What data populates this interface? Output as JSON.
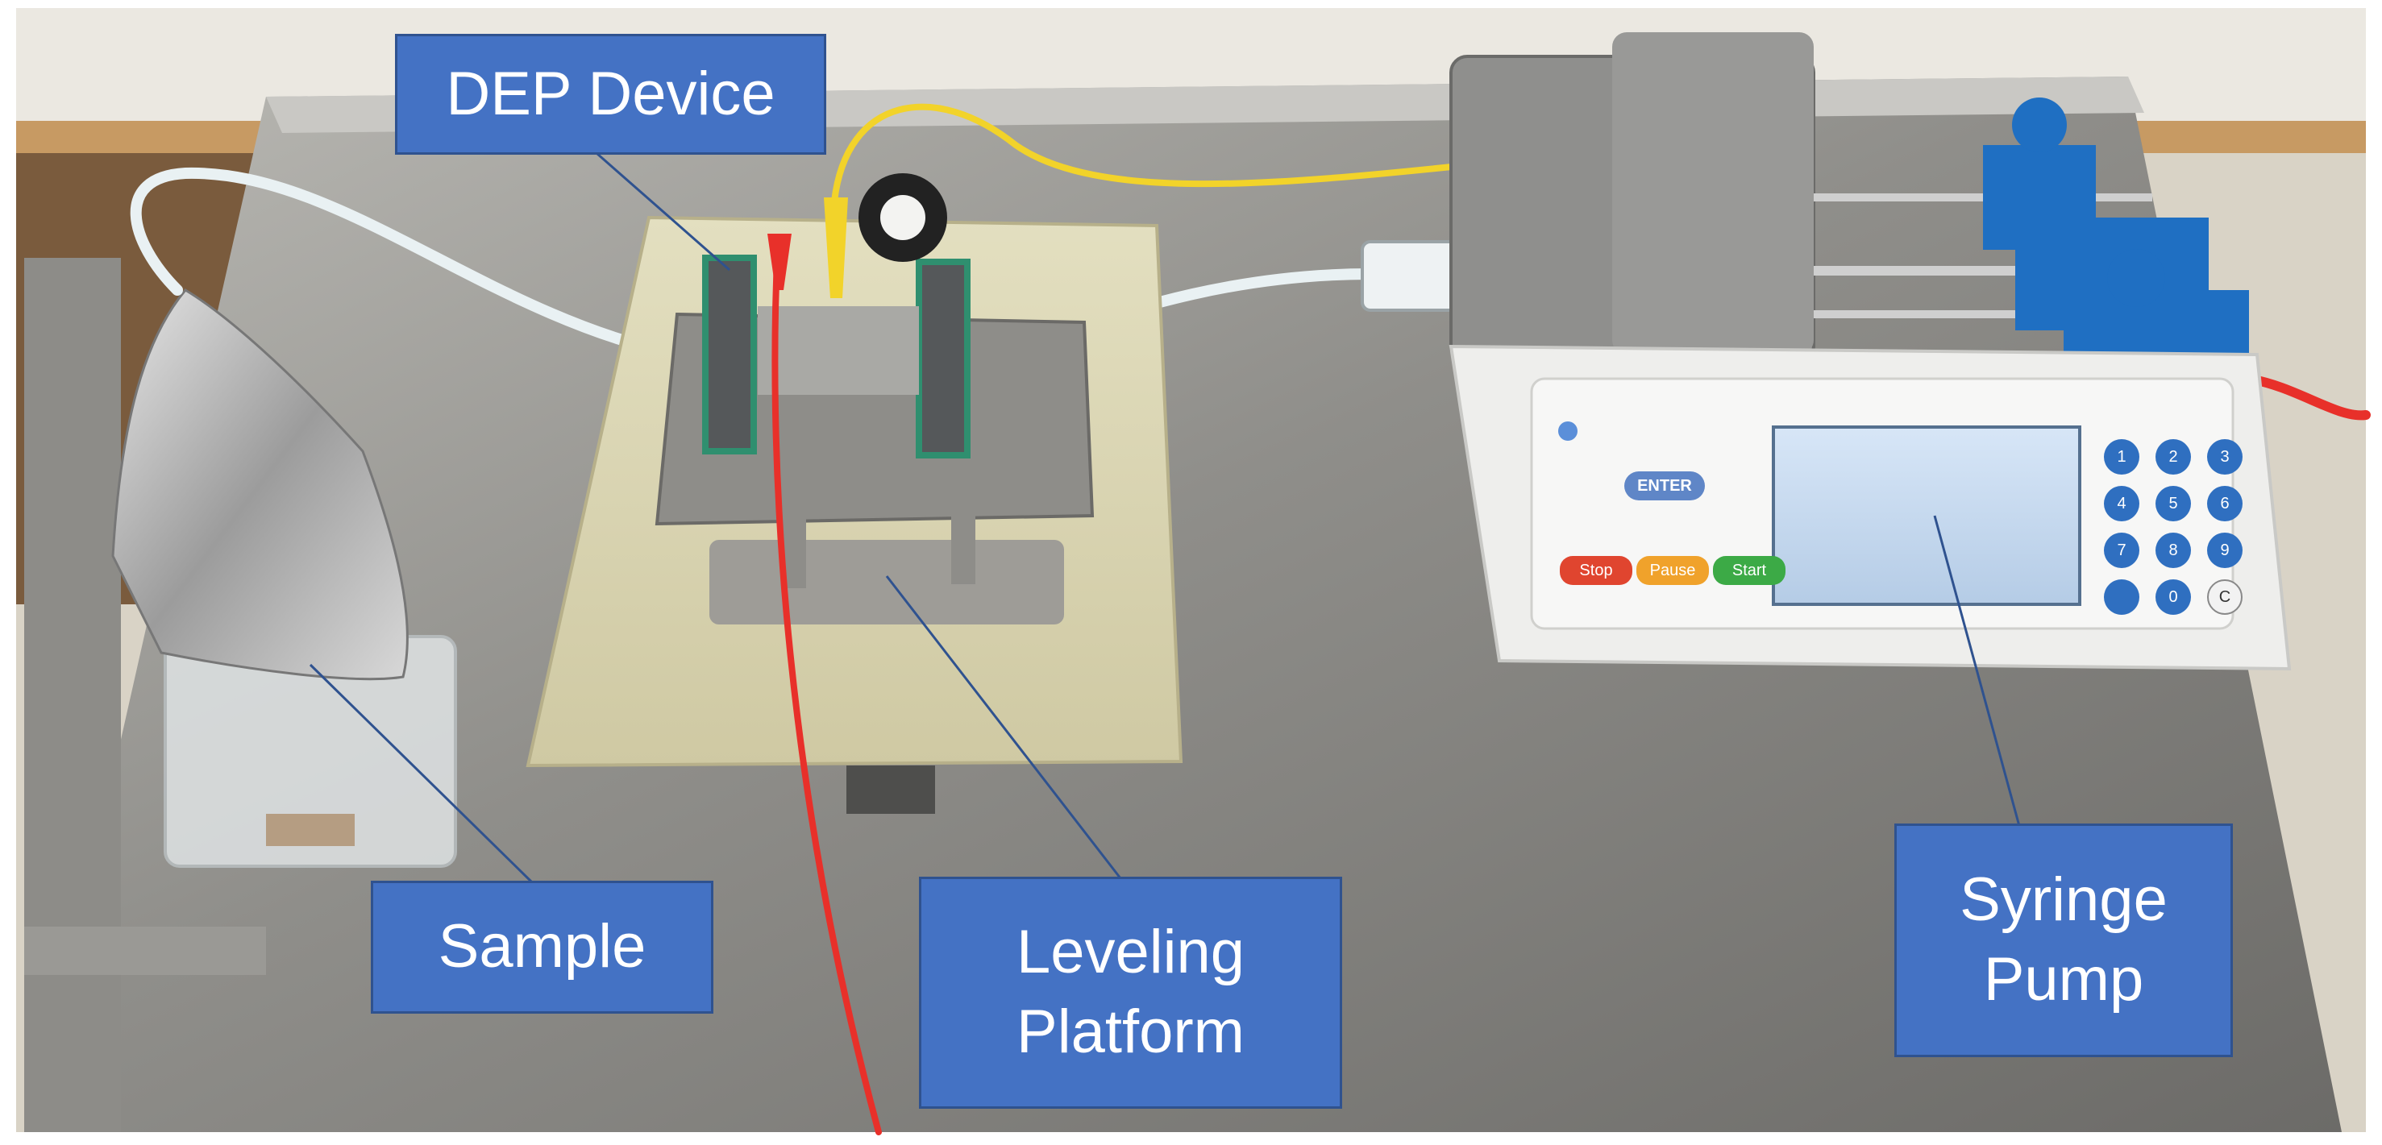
{
  "callouts": {
    "dep_device": "DEP Device",
    "sample": "Sample",
    "leveling_platform": "Leveling\nPlatform",
    "syringe_pump": "Syringe\nPump"
  },
  "pump_controls": {
    "enter_key": "ENTER",
    "stop_button": "Stop",
    "pause_button": "Pause",
    "start_button": "Start",
    "keypad": [
      "1",
      "2",
      "3",
      "4",
      "5",
      "6",
      "7",
      "8",
      "9",
      "",
      "0",
      "C"
    ]
  },
  "colors": {
    "callout_fill": "#4472c4",
    "callout_border": "#2f528f",
    "leader_line": "#2f528f",
    "red_wire": "#e8302a",
    "yellow_wire": "#f2d32a",
    "pump_blue": "#1f6fc2"
  }
}
